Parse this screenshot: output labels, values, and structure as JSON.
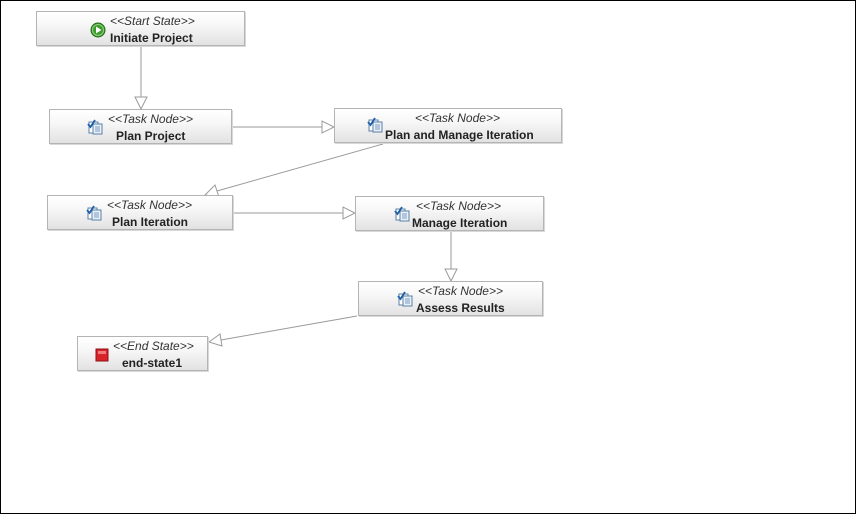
{
  "nodes": {
    "start": {
      "stereotype": "<<Start State>>",
      "label": "Initiate Project",
      "icon": "start-state-icon"
    },
    "plan": {
      "stereotype": "<<Task Node>>",
      "label": "Plan Project",
      "icon": "task-node-icon"
    },
    "pmi": {
      "stereotype": "<<Task Node>>",
      "label": "Plan and Manage Iteration",
      "icon": "task-node-icon"
    },
    "piter": {
      "stereotype": "<<Task Node>>",
      "label": "Plan Iteration",
      "icon": "task-node-icon"
    },
    "miter": {
      "stereotype": "<<Task Node>>",
      "label": "Manage Iteration",
      "icon": "task-node-icon"
    },
    "assess": {
      "stereotype": "<<Task Node>>",
      "label": "Assess Results",
      "icon": "task-node-icon"
    },
    "end": {
      "stereotype": "<<End State>>",
      "label": "end-state1",
      "icon": "end-state-icon"
    }
  },
  "transitions": [
    {
      "from": "Initiate Project",
      "to": "Plan Project"
    },
    {
      "from": "Plan Project",
      "to": "Plan and Manage Iteration"
    },
    {
      "from": "Plan and Manage Iteration",
      "to": "Plan Iteration"
    },
    {
      "from": "Plan Iteration",
      "to": "Manage Iteration"
    },
    {
      "from": "Manage Iteration",
      "to": "Assess Results"
    },
    {
      "from": "Assess Results",
      "to": "end-state1"
    }
  ],
  "colors": {
    "edge": "#9a9a9a",
    "arrowhead_fill": "#ffffff",
    "node_border": "#b4b4b4",
    "start_icon": "#3c9a2e",
    "end_icon": "#d9232a"
  }
}
